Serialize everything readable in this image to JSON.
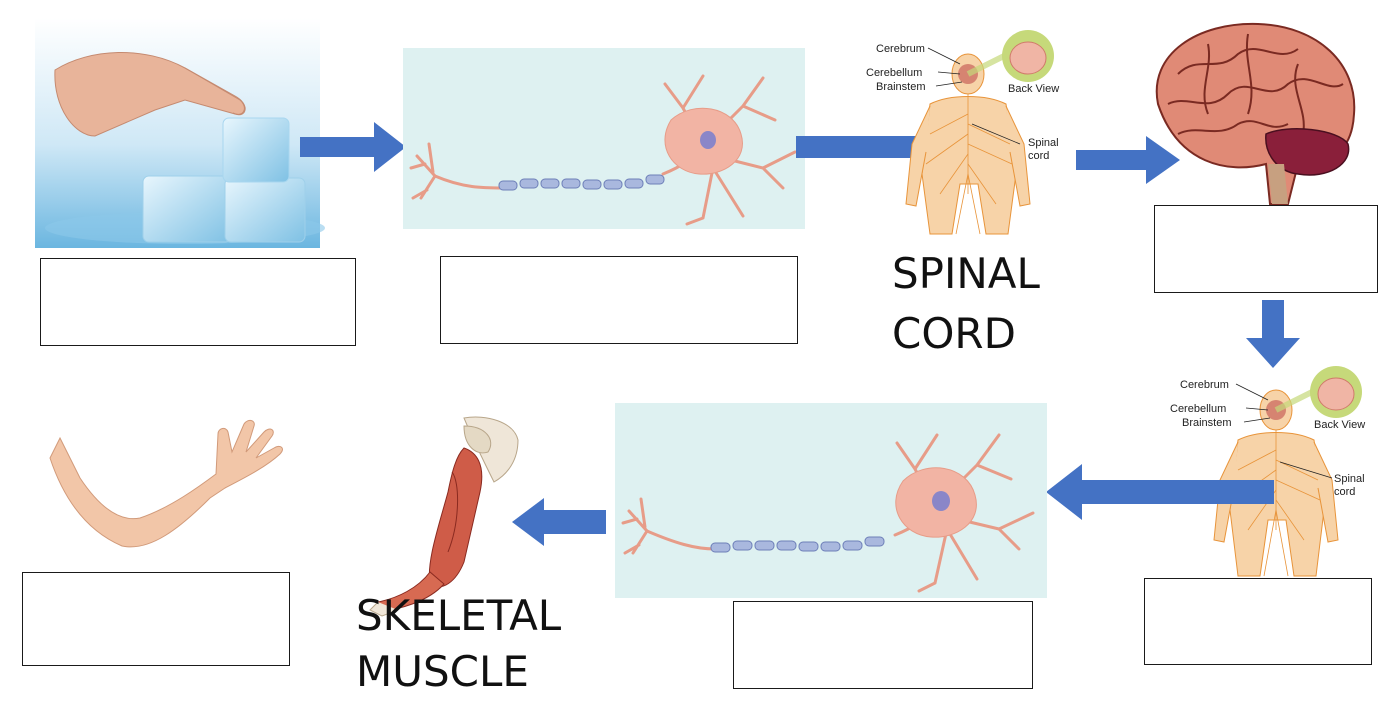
{
  "labels": {
    "spinal_cord_line1": "SPINAL",
    "spinal_cord_line2": "CORD",
    "skeletal_muscle_line1": "SKELETAL",
    "skeletal_muscle_line2": "MUSCLE"
  },
  "nervous_system_figure": {
    "cerebrum": "Cerebrum",
    "cerebellum": "Cerebellum",
    "brainstem": "Brainstem",
    "back_view": "Back View",
    "spinal_line1": "Spinal",
    "spinal_line2": "cord"
  },
  "colors": {
    "arrow": "#4472c4",
    "neuron_bg": "#def1f1",
    "neuron_body": "#f2b4a4",
    "nerve": "#e8943a",
    "brain": "#d87a6a"
  }
}
